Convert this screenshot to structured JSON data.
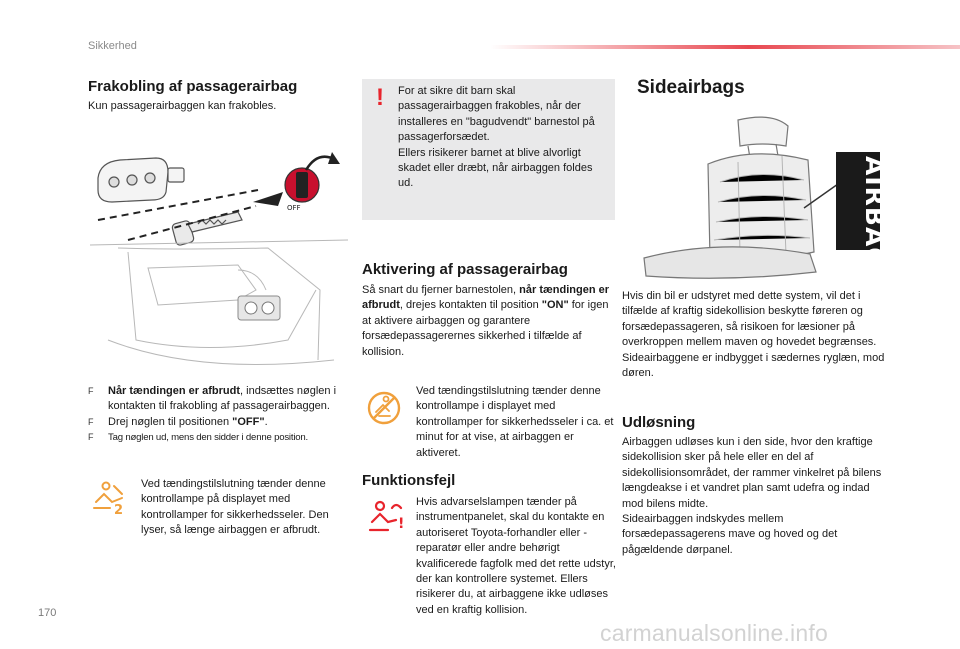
{
  "header": {
    "section": "Sikkerhed"
  },
  "col1": {
    "title": "Frakobling af passagerairbag",
    "intro": "Kun passagerairbaggen kan frakobles.",
    "steps": [
      {
        "bold": "Når tændingen er afbrudt",
        "rest": ", indsættes nøglen i kontakten til frakobling af passagerairbaggen."
      },
      {
        "text": "Drej nøglen til positionen ",
        "bold": "\"OFF\"",
        "end": "."
      },
      {
        "text": "Tag nøglen ud, mens den sidder i denne position."
      }
    ],
    "bullet_symbol": "F",
    "lamp_text": "Ved tændingstilslutning tænder denne kontrollampe på displayet med kontrollamper for sikkerhedsseler. Den lyser, så længe airbaggen er afbrudt.",
    "lamp_badge": "2",
    "off_label": "OFF"
  },
  "col2": {
    "warning_mark": "!",
    "warning": "For at sikre dit barn skal passagerairbaggen frakobles, når der installeres en \"bagudvendt\" barnestol på passagerforsædet.\nEllers risikerer barnet at blive alvorligt skadet eller dræbt, når airbaggen foldes ud.",
    "activation_title": "Aktivering af passagerairbag",
    "activation_p1": "Så snart du fjerner barnestolen, ",
    "activation_b1": "når tændingen er afbrudt",
    "activation_p2": ", drejes kontakten til position ",
    "activation_b2": "\"ON\"",
    "activation_p3": " for igen at aktivere airbaggen og garantere forsædepassagerernes sikkerhed i tilfælde af kollision.",
    "activation_lamp": "Ved tændingstilslutning tænder denne kontrollampe i displayet med kontrollamper for sikkerhedsseler i ca. et minut for at vise, at airbaggen er aktiveret.",
    "fault_title": "Funktionsfejl",
    "fault_text": "Hvis advarselslampen tænder på instrumentpanelet, skal du kontakte en autoriseret Toyota-forhandler eller -reparatør eller andre behørigt kvalificerede fagfolk med det rette udstyr, der kan kontrollere systemet. Ellers risikerer du, at airbaggene ikke udløses ved en kraftig kollision."
  },
  "col3": {
    "title": "Sideairbags",
    "airbag_label": "AIRBAG",
    "text": "Hvis din bil er udstyret med dette system, vil det i tilfælde af kraftig sidekollision beskytte føreren og forsædepassageren, så risikoen for læsioner på overkroppen mellem maven og hovedet begrænses.\nSideairbaggene er indbygget i sædernes ryglæn, mod døren.",
    "deploy_title": "Udløsning",
    "deploy_text": "Airbaggen udløses kun i den side, hvor den kraftige sidekollision sker på hele eller en del af sidekollisionsområdet, der rammer vinkelret på bilens længdeakse i et vandret plan samt udefra og indad mod bilens midte.\nSideairbaggen indskydes mellem forsædepassagerens mave og hoved og det pågældende dørpanel."
  },
  "footer": {
    "page": "170",
    "watermark": "carmanualsonline.info"
  },
  "colors": {
    "accent_red": "#e84850",
    "warning_red": "#e8242c",
    "icon_orange": "#f0a03c",
    "warning_box": "#e9e9ea"
  },
  "icons": [
    "warning-exclamation-icon",
    "airbag-off-lamp-icon",
    "airbag-on-lamp-icon",
    "airbag-fault-lamp-icon"
  ]
}
